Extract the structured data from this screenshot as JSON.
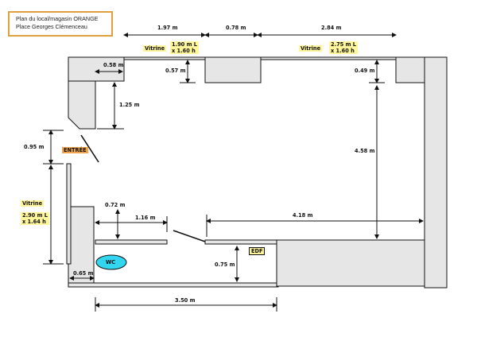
{
  "title": {
    "line1": "Plan du local/magasin ORANGE",
    "line2": "Place Georges Clémenceau"
  },
  "labels": {
    "vitrine_top_left": "Vitrine",
    "vitrine_top_left_dims_1": "1.90 m L",
    "vitrine_top_left_dims_2": "x 1.60 h",
    "vitrine_top_right": "Vitrine",
    "vitrine_top_right_dims_1": "2.75 m L",
    "vitrine_top_right_dims_2": "x 1.60 h",
    "vitrine_left": "Vitrine",
    "vitrine_left_dims_1": "2.90 m L",
    "vitrine_left_dims_2": "x 1.64 h",
    "entree": "ENTRÉE",
    "wc": "WC",
    "edf": "EDF"
  },
  "dimensions": {
    "d_top_1": "1.97 m",
    "d_top_2": "0.78 m",
    "d_top_3": "2.84 m",
    "d_058": "0.58 m",
    "d_057": "0.57 m",
    "d_049": "0.49 m",
    "d_125": "1.25 m",
    "d_095": "0.95 m",
    "d_458": "4.58 m",
    "d_072": "0.72 m",
    "d_116": "1.16 m",
    "d_418": "4.18 m",
    "d_075": "0.75 m",
    "d_065": "0.65 m",
    "d_350": "3.50 m"
  },
  "colors": {
    "wall_fill": "#e6e6e6",
    "wall_stroke": "#111111",
    "highlight": "#fff59a",
    "entree": "#f0a54a",
    "wc": "#33d6f0",
    "title_border": "#e0a040"
  }
}
